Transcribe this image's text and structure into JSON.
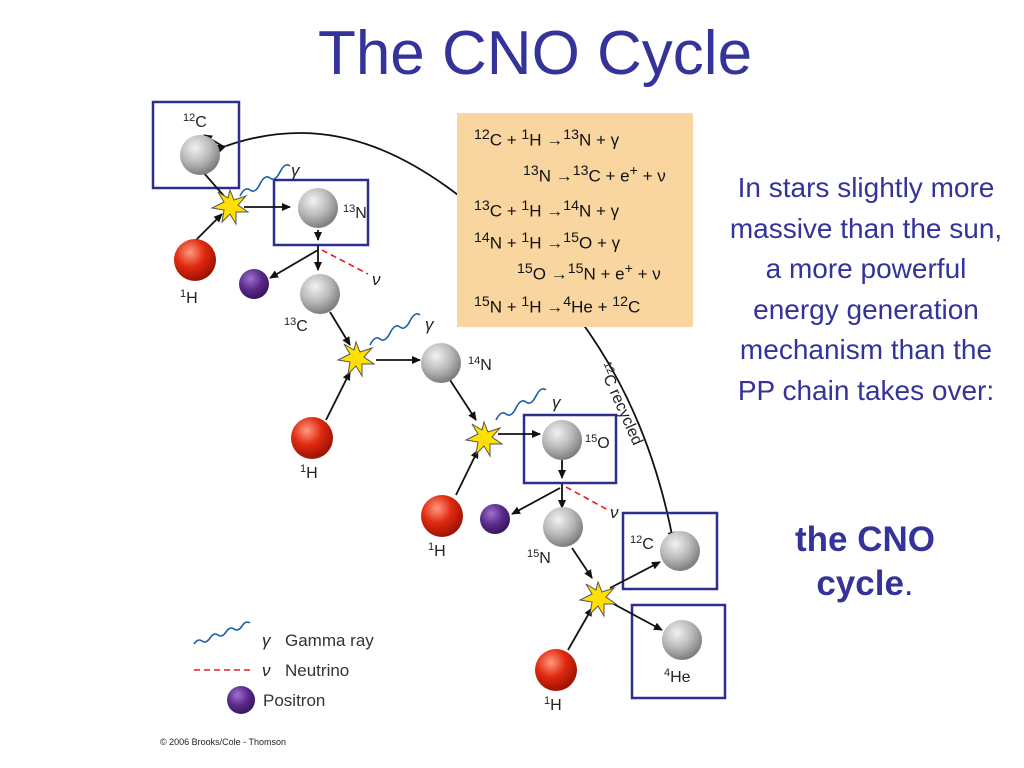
{
  "title": "The CNO Cycle",
  "equations": [
    {
      "parts": [
        "12",
        "C + ",
        "1",
        "H ",
        "→",
        "13",
        "N + γ"
      ]
    },
    {
      "parts": [
        "13",
        "N ",
        "→",
        "13",
        "C + e",
        "+",
        " + ν"
      ]
    },
    {
      "parts": [
        "13",
        "C + ",
        "1",
        "H ",
        "→",
        "14",
        "N + γ"
      ]
    },
    {
      "parts": [
        "14",
        "N + ",
        "1",
        "H ",
        "→",
        "15",
        "O + γ"
      ]
    },
    {
      "parts": [
        "15",
        "O ",
        "→",
        "15",
        "N + e",
        "+",
        " + ν"
      ]
    },
    {
      "parts": [
        "15",
        "N + ",
        "1",
        "H ",
        "→",
        "4",
        "He + ",
        "12",
        "C"
      ]
    }
  ],
  "description": "In stars slightly more massive than the sun, a more powerful energy generation mechanism than the PP chain takes over:",
  "highlight": {
    "bold": "the CNO cycle",
    "punct": "."
  },
  "diagram": {
    "labels": {
      "c12_top": {
        "mass": "12",
        "sym": "C"
      },
      "n13": {
        "mass": "13",
        "sym": "N"
      },
      "h1_a": {
        "mass": "1",
        "sym": "H"
      },
      "c13": {
        "mass": "13",
        "sym": "C"
      },
      "n14": {
        "mass": "14",
        "sym": "N"
      },
      "h1_b": {
        "mass": "1",
        "sym": "H"
      },
      "o15": {
        "mass": "15",
        "sym": "O"
      },
      "h1_c": {
        "mass": "1",
        "sym": "H"
      },
      "n15": {
        "mass": "15",
        "sym": "N"
      },
      "c12_bottom": {
        "mass": "12",
        "sym": "C"
      },
      "he4": {
        "mass": "4",
        "sym": "He"
      },
      "h1_d": {
        "mass": "1",
        "sym": "H"
      }
    },
    "gamma": "γ",
    "nu": "ν",
    "recycled": {
      "mass": "12",
      "text": "C recycled"
    }
  },
  "legend": {
    "gamma_symbol": "γ",
    "gamma_label": "Gamma ray",
    "nu_symbol": "ν",
    "nu_label": "Neutrino",
    "positron_label": "Positron"
  },
  "copyright": "© 2006 Brooks/Cole - Thomson",
  "colors": {
    "title": "#333399",
    "box_outline": "#2d2d8a",
    "equation_bg": "#f9d5a0",
    "proton": "#e02a10",
    "positron": "#5a2a8a",
    "nucleus": "#b8b8b8",
    "gamma": "#1a5ea8",
    "neutrino": "#e02020"
  }
}
